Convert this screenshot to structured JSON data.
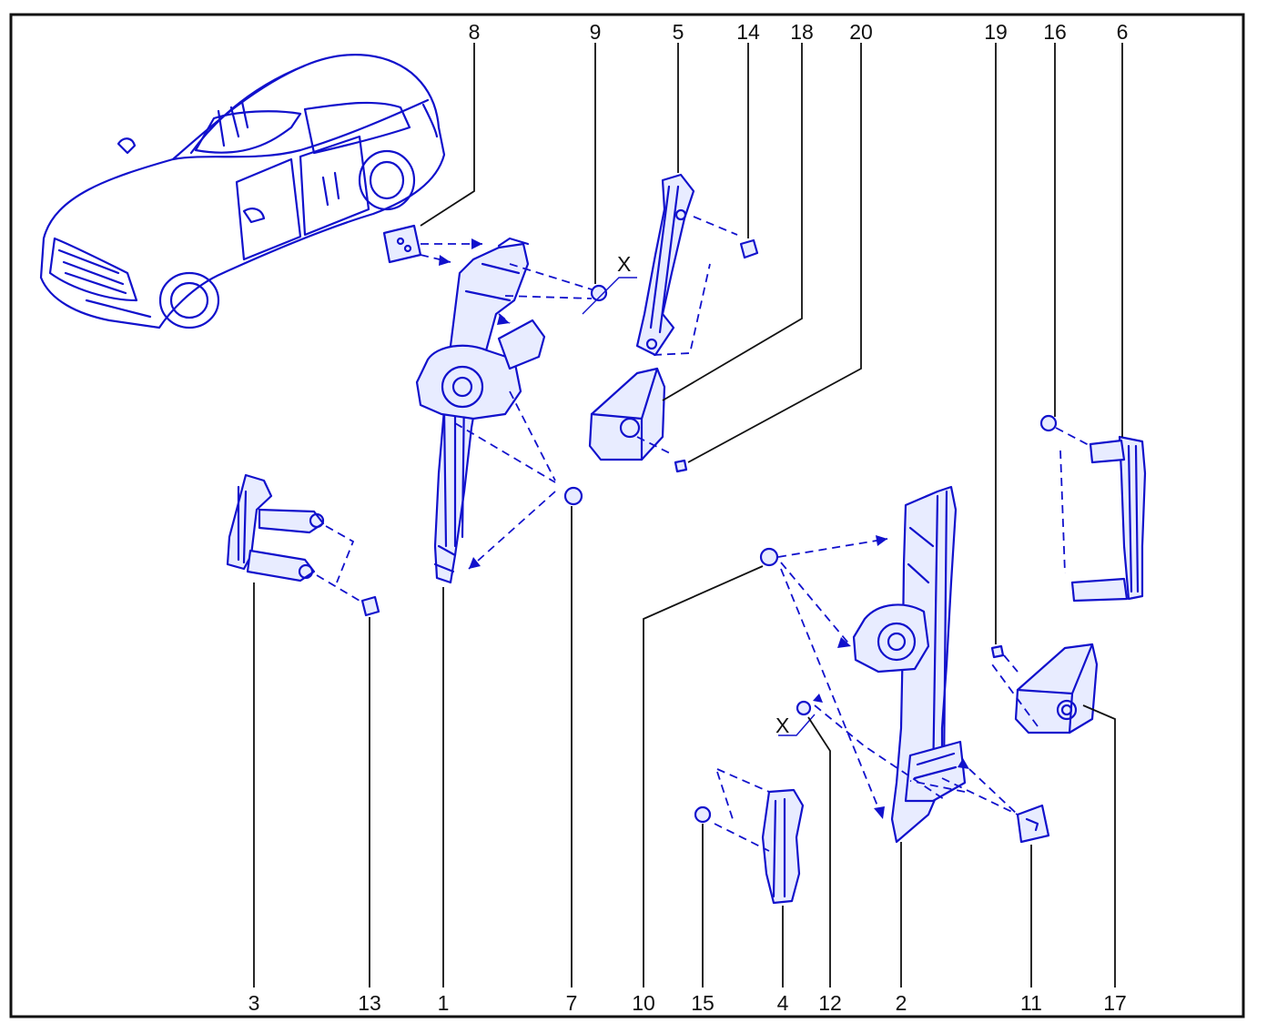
{
  "callouts": [
    {
      "id": "c1",
      "label": "1"
    },
    {
      "id": "c2",
      "label": "2"
    },
    {
      "id": "c3",
      "label": "3"
    },
    {
      "id": "c4",
      "label": "4"
    },
    {
      "id": "c5",
      "label": "5"
    },
    {
      "id": "c6",
      "label": "6"
    },
    {
      "id": "c7",
      "label": "7"
    },
    {
      "id": "c8",
      "label": "8"
    },
    {
      "id": "c9",
      "label": "9"
    },
    {
      "id": "c10",
      "label": "10"
    },
    {
      "id": "c11",
      "label": "11"
    },
    {
      "id": "c12",
      "label": "12"
    },
    {
      "id": "c13",
      "label": "13"
    },
    {
      "id": "c14",
      "label": "14"
    },
    {
      "id": "c15",
      "label": "15"
    },
    {
      "id": "c16",
      "label": "16"
    },
    {
      "id": "c17",
      "label": "17"
    },
    {
      "id": "c18",
      "label": "18"
    },
    {
      "id": "c19",
      "label": "19"
    },
    {
      "id": "c20",
      "label": "20"
    }
  ],
  "torque_marks": {
    "mark_1": "X",
    "mark_2": "X"
  },
  "colors": {
    "ink": "#1111cc",
    "leader": "#111111",
    "frame": "#111111"
  }
}
